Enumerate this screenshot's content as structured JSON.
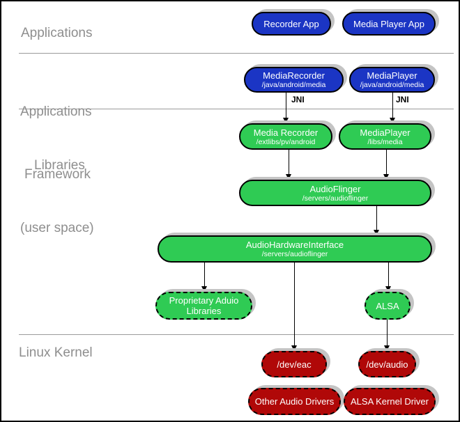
{
  "layers": {
    "applications": "Applications",
    "framework_line1": "Applications",
    "framework_line2": "Framework",
    "libraries_line1": "Libraries",
    "libraries_line2": "(user space)",
    "kernel": "Linux Kernel"
  },
  "labels": {
    "jni_left": "JNI",
    "jni_right": "JNI"
  },
  "nodes": {
    "recorder_app": {
      "title": "Recorder App"
    },
    "media_player_app": {
      "title": "Media Player App"
    },
    "media_recorder_fw": {
      "title": "MediaRecorder",
      "subtitle": "/java/android/media"
    },
    "media_player_fw": {
      "title": "MediaPlayer",
      "subtitle": "/java/android/media"
    },
    "media_recorder_lib": {
      "title": "Media Recorder",
      "subtitle": "/extlibs/pv/android"
    },
    "media_player_lib": {
      "title": "MediaPlayer",
      "subtitle": "/libs/media"
    },
    "audio_flinger": {
      "title": "AudioFlinger",
      "subtitle": "/servers/audioflinger"
    },
    "audio_hardware_interface": {
      "title": "AudioHardwareInterface",
      "subtitle": "/servers/audioflinger"
    },
    "proprietary_audio_libraries": {
      "title_line1": "Proprietary Aduio",
      "title_line2": "Libraries"
    },
    "alsa": {
      "title": "ALSA"
    },
    "dev_eac": {
      "title": "/dev/eac"
    },
    "dev_audio": {
      "title": "/dev/audio"
    },
    "other_audio_drivers": {
      "title": "Other Audio Drivers"
    },
    "alsa_kernel_driver": {
      "title": "ALSA Kernel Driver"
    }
  },
  "colors": {
    "app_blue": "#1b35c4",
    "lib_green": "#2fcb54",
    "kernel_red": "#b00808",
    "shadow": "#c4c4c4",
    "divider": "#9a9a9a",
    "layer_label": "#8e8e8e"
  }
}
